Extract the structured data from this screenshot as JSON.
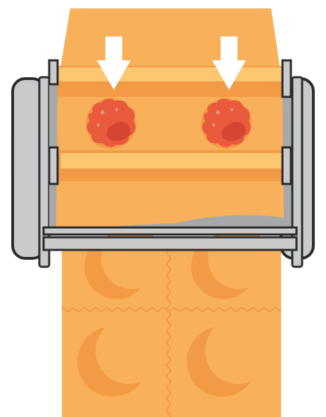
{
  "illustration": {
    "subject": "ravioli-maker",
    "dough_color": "#f9b05a",
    "dough_dark": "#f29a45",
    "dough_highlight": "#fcc76f",
    "filling_color": "#ea5a3c",
    "filling_dark": "#d64530",
    "frame_color": "#c9cacb",
    "frame_shadow": "#a7a8aa",
    "outline_color": "#2b2b2b",
    "arrow_color": "#ffffff",
    "fillings": 2,
    "arrows": 2,
    "ravioli_rows": 2,
    "ravioli_columns": 2
  }
}
